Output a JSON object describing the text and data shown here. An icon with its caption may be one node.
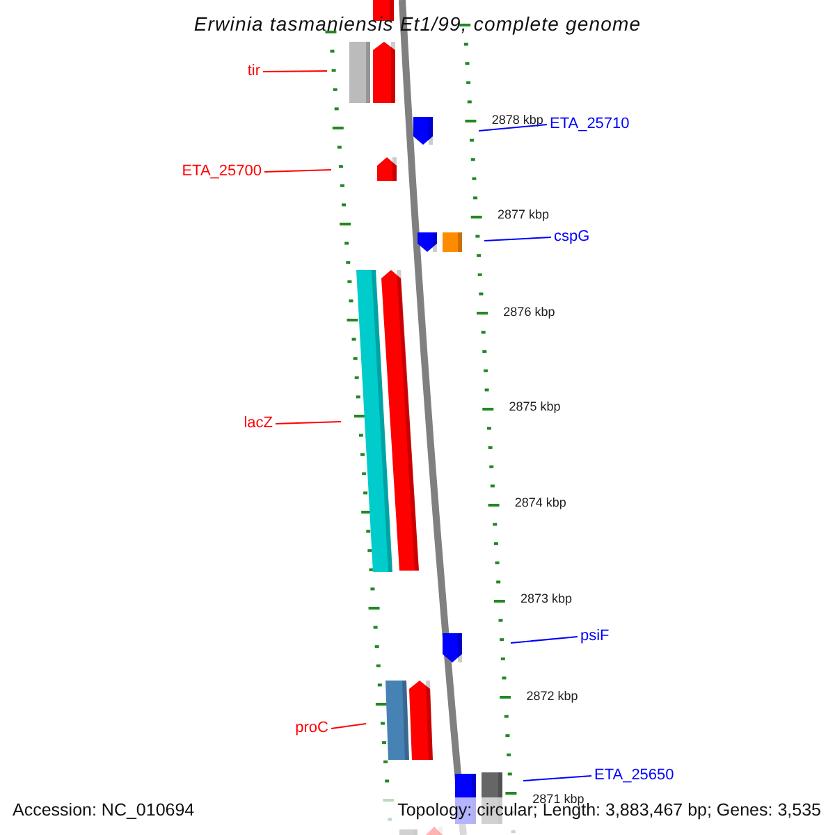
{
  "diagram": {
    "title": "Erwinia tasmaniensis Et1/99, complete genome",
    "nodes": [
      {
        "text": [
          "tir"
        ]
      },
      {
        "text": [
          "ETA_25710"
        ]
      },
      {
        "text": [
          "ETA_25700"
        ]
      },
      {
        "text": [
          "cspG"
        ]
      },
      {
        "text": [
          "lacZ"
        ]
      },
      {
        "text": [
          "psiF"
        ]
      },
      {
        "text": [
          "proC"
        ]
      },
      {
        "text": [
          "ETA_25650"
        ]
      }
    ],
    "edges": [
      {
        "from": 0,
        "to": null,
        "arrow": "none"
      },
      {
        "from": 1,
        "to": null,
        "arrow": "none",
        "color": "#0000ff"
      },
      {
        "from": 2,
        "to": null,
        "arrow": "none"
      },
      {
        "from": 3,
        "to": null,
        "arrow": "none",
        "color": "#0000ff"
      },
      {
        "from": 4,
        "to": null,
        "arrow": "none"
      },
      {
        "from": 5,
        "to": null,
        "arrow": "none",
        "color": "#0000ff"
      },
      {
        "from": 6,
        "to": null,
        "arrow": "none"
      },
      {
        "from": 7,
        "to": null,
        "arrow": "none",
        "color": "#0000ff"
      }
    ],
    "labels": [
      "2878 kbp",
      "2877 kbp",
      "2876 kbp",
      "2875 kbp",
      "2874 kbp",
      "2873 kbp",
      "2872 kbp",
      "2871 kbp",
      "Accession: NC_010694",
      "Topology: circular; Length: 3,883,467 bp; Genes: 3,535"
    ]
  }
}
